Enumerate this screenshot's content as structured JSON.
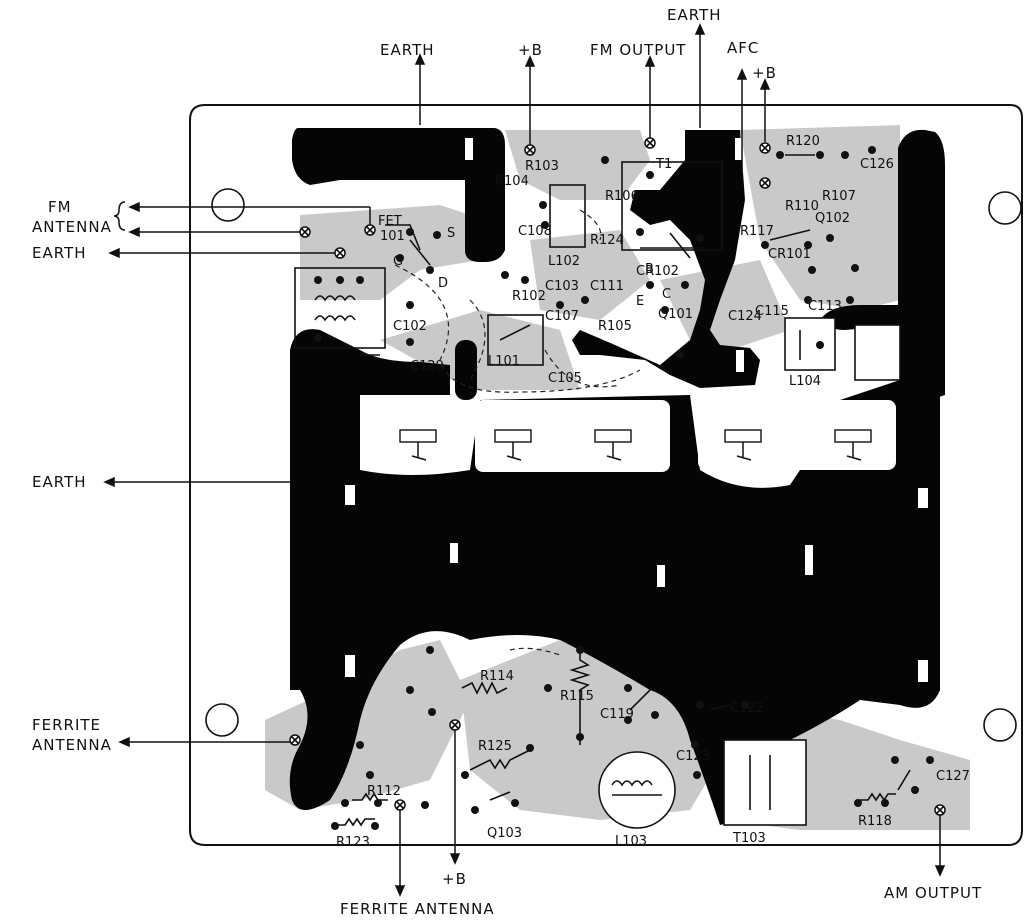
{
  "external_labels": {
    "earth_top_left": "EARTH",
    "plus_b_top": "+B",
    "fm_output": "FM OUTPUT",
    "earth_top": "EARTH",
    "afc": "AFC",
    "plus_b_top_right": "+B",
    "fm_antenna_line1": "FM",
    "fm_antenna_line2": "ANTENNA",
    "earth_fm": "EARTH",
    "earth_mid": "EARTH",
    "ferrite_antenna_left_line1": "FERRITE",
    "ferrite_antenna_left_line2": "ANTENNA",
    "plus_b_bottom": "+B",
    "ferrite_antenna_bottom": "FERRITE ANTENNA",
    "am_output": "AM OUTPUT"
  },
  "components": [
    "FET",
    "101",
    "G",
    "D",
    "S",
    "C102",
    "C129",
    "L101",
    "C105",
    "C107",
    "C103",
    "R102",
    "C108",
    "L102",
    "R103",
    "R104",
    "R106",
    "R124",
    "CR102",
    "C111",
    "R105",
    "Q101",
    "B",
    "C",
    "E",
    "C124",
    "C115",
    "T1",
    "R117",
    "R110",
    "R107",
    "Q102",
    "CR101",
    "R120",
    "C126",
    "C113",
    "L104",
    "R114",
    "R115",
    "C119",
    "C122",
    "R125",
    "Q103",
    "L103",
    "C123",
    "T103",
    "R118",
    "C127",
    "R112",
    "R123"
  ]
}
